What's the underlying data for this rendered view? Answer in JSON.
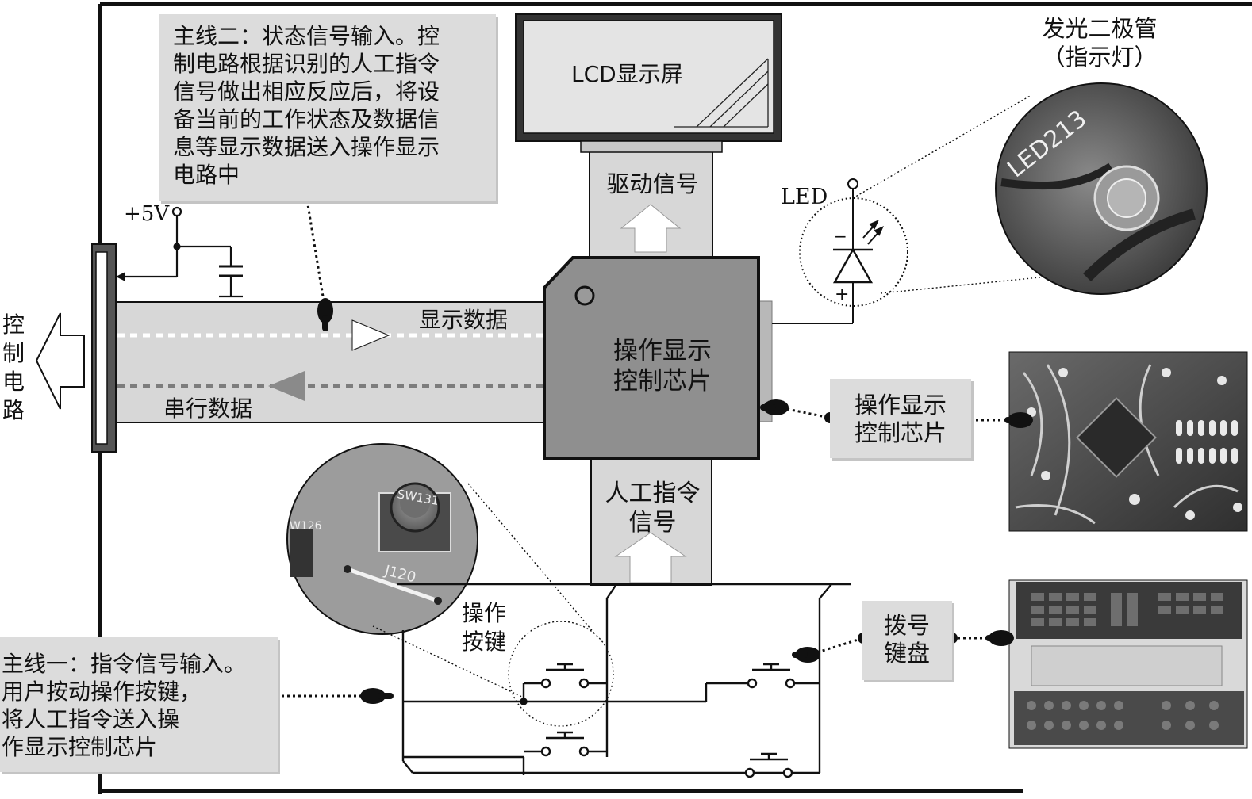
{
  "notes": {
    "main_line_two": "主线二：状态信号输入。控\n制电路根据识别的人工指令\n信号做出相应反应后，将设\n备当前的工作状态及数据信\n息等显示数据送入操作显示\n电路中",
    "main_line_one": "主线一：指令信号输入。\n用户按动操作按键，\n将人工指令送入操\n作显示控制芯片"
  },
  "labels": {
    "control_circuit": "控\n制\n电\n路",
    "supply": "+5V",
    "lcd": "LCD显示屏",
    "drive_signal": "驱动信号",
    "display_data": "显示数据",
    "serial_data": "串行数据",
    "chip": "操作显示\n控制芯片",
    "manual_command": "人工指令\n信号",
    "led": "LED",
    "led_minus": "−",
    "led_plus": "+",
    "led_title": "发光二极管\n（指示灯）",
    "chip_callout": "操作显示\n控制芯片",
    "keys": "操作\n按键",
    "dial_keypad": "拨号\n键盘"
  },
  "photo_text": {
    "led_silk": "LED213",
    "button_silk": "SW131",
    "jumper_silk": "J120",
    "switch_silk": "W126"
  },
  "colors": {
    "bus": "#d7d7d7",
    "chip": "#8f8f8f",
    "note": "#dcdcdc",
    "line": "#111111"
  }
}
